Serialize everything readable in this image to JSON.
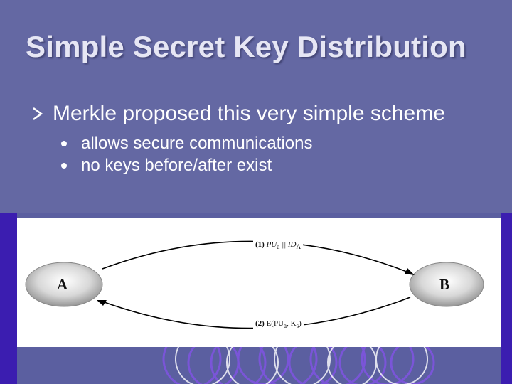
{
  "slide": {
    "title": "Simple Secret Key Distribution",
    "bullet": "Merkle proposed this very simple scheme",
    "sub_bullets": [
      "allows secure communications",
      "no keys before/after exist"
    ]
  },
  "diagram": {
    "node_a": "A",
    "node_b": "B",
    "msg1_num": "(1)",
    "msg1_text": "PU",
    "msg1_sub": "a",
    "msg1_sep": " || ID",
    "msg1_sub2": "A",
    "msg2_num": "(2)",
    "msg2_text": " E(PU",
    "msg2_sub": "a",
    "msg2_mid": ", K",
    "msg2_sub2": "s",
    "msg2_end": ")"
  },
  "colors": {
    "background": "#6468a3",
    "title": "#e6e6f4",
    "text": "#ffffff"
  }
}
